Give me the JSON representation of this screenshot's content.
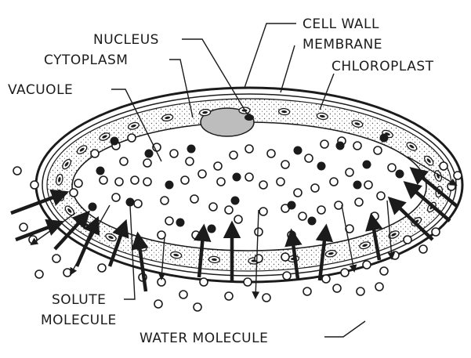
{
  "labels": {
    "nucleus": "NUCLEUS",
    "cell_wall": "CELL WALL",
    "membrane": "MEMBRANE",
    "cytoplasm": "CYTOPLASM",
    "chloroplast": "CHLOROPLAST",
    "vacuole": "VACUOLE",
    "solute_line1": "SOLUTE",
    "solute_line2": "MOLECULE",
    "water_molecule": "WATER MOLECULE"
  },
  "colors": {
    "ink": "#1b1b1b",
    "cytoplasm_fill": "#d9d9d9",
    "paper": "#ffffff"
  }
}
